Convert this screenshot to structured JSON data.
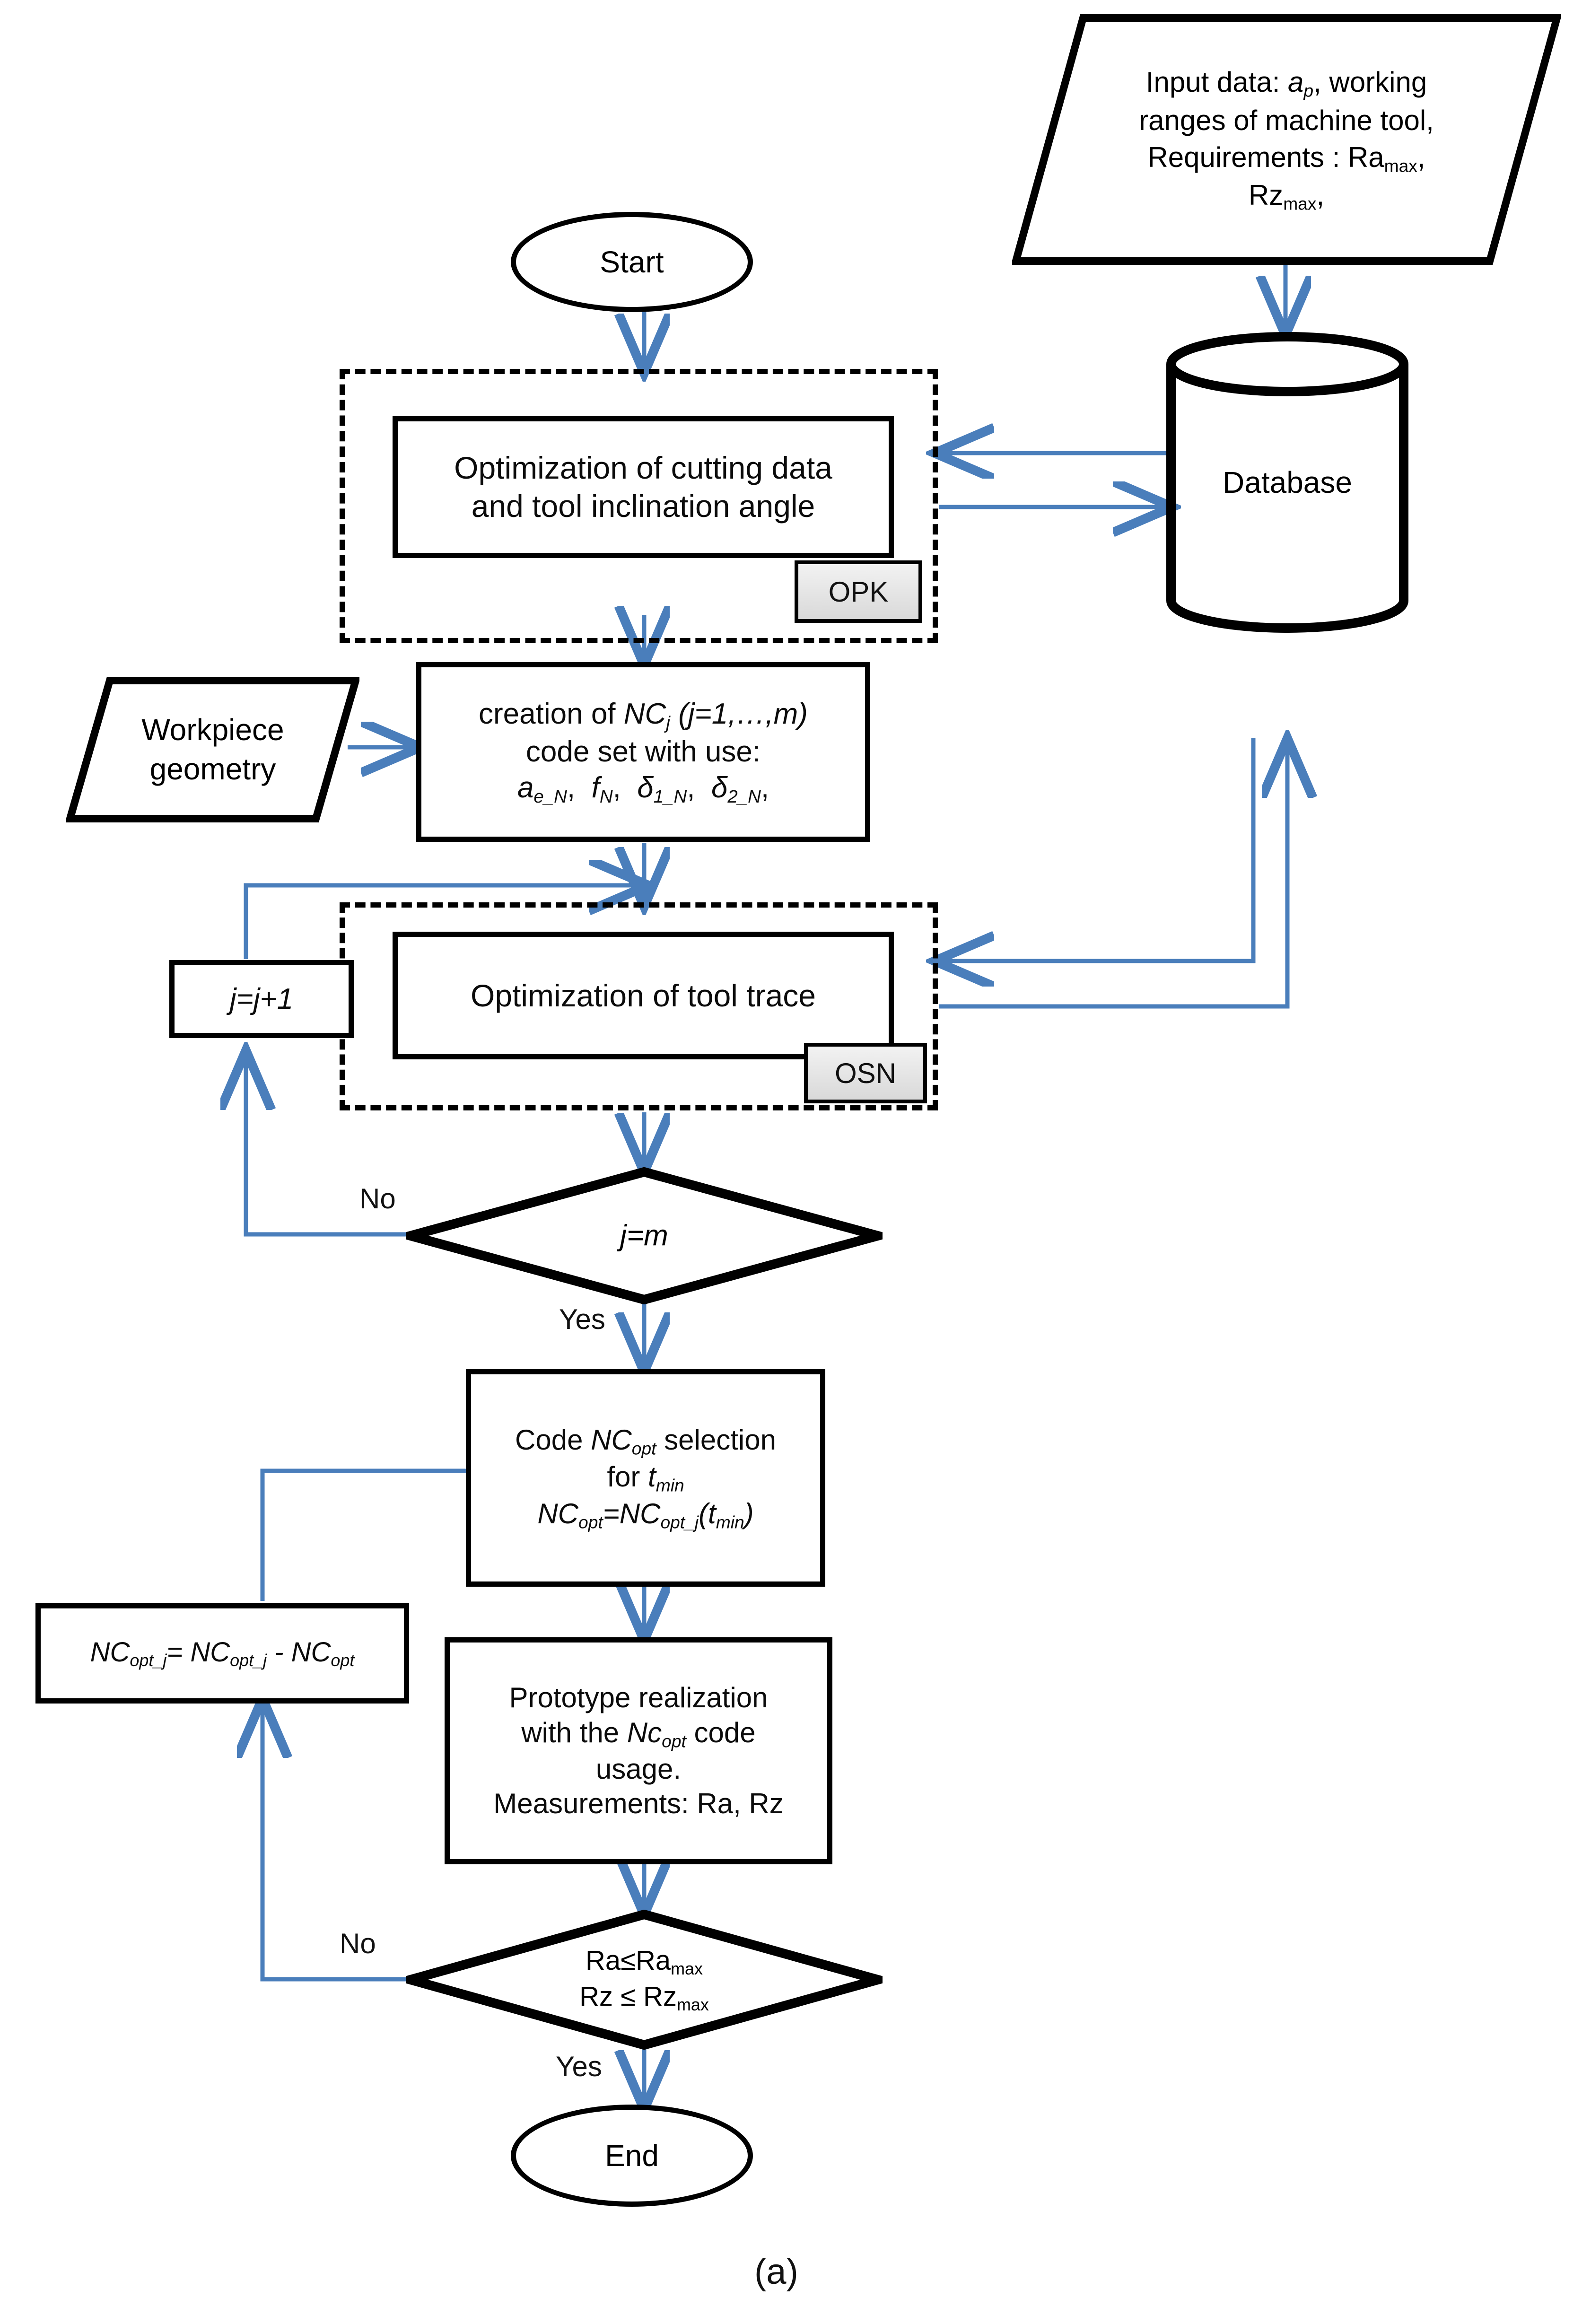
{
  "diagram": {
    "caption": "(a)",
    "accent_line_color": "#4a7ebb",
    "stroke_color": "#000000",
    "tag_fill": "#e0e0e0"
  },
  "nodes": {
    "start": {
      "label": "Start",
      "shape": "ellipse"
    },
    "input_data": {
      "shape": "parallelogram",
      "line1_pre": "Input data: ",
      "line1_var": "a",
      "line1_sub": "p",
      "line1_post": ", working",
      "line2": "ranges of machine tool,",
      "line3_pre": "Requirements : Ra",
      "line3_sub": "max",
      "line3_post": ",",
      "line4_pre": "Rz",
      "line4_sub": "max",
      "line4_post": ","
    },
    "database": {
      "label": "Database",
      "shape": "cylinder"
    },
    "opt_cutting": {
      "shape": "process",
      "line1": "Optimization of cutting data",
      "line2": "and tool inclination angle"
    },
    "opk_tag": {
      "label": "OPK"
    },
    "workpiece": {
      "shape": "parallelogram",
      "line1": "Workpiece",
      "line2": "geometry"
    },
    "nc_creation": {
      "shape": "process",
      "line1_pre": "creation of ",
      "line1_var": "NC",
      "line1_sub": "j",
      "line1_post": " (j=1,…,m)",
      "line2": "code set with use:",
      "line3_terms": [
        {
          "base": "a",
          "sub": "e_N",
          "tail": ","
        },
        {
          "base": "f",
          "sub": "N",
          "tail": ","
        },
        {
          "base": "δ",
          "sub": "1_N",
          "tail": ","
        },
        {
          "base": "δ",
          "sub": "2_N",
          "tail": ","
        }
      ]
    },
    "opt_trace": {
      "shape": "process",
      "line1": "Optimization of tool trace"
    },
    "osn_tag": {
      "label": "OSN"
    },
    "j_increment": {
      "shape": "process",
      "label": "j=j+1"
    },
    "decision_jm": {
      "shape": "decision",
      "label": "j=m"
    },
    "code_selection": {
      "shape": "process",
      "line1_pre": "Code ",
      "line1_var": "NC",
      "line1_sub": "opt",
      "line1_post": " selection",
      "line2_pre": "for ",
      "line2_var": "t",
      "line2_sub": "min",
      "line3": "NC_opt=NC_opt_j(t_min)"
    },
    "nc_update": {
      "shape": "process",
      "label": "NC_opt_j = NC_opt_j - NC_opt"
    },
    "prototype": {
      "shape": "process",
      "line1": "Prototype realization",
      "line2_pre": "with the ",
      "line2_var": "Nc",
      "line2_sub": "opt",
      "line2_post": " code",
      "line3": "usage.",
      "line4": "Measurements: Ra, Rz"
    },
    "decision_ra": {
      "shape": "decision",
      "line1_pre": "Ra≤Ra",
      "line1_sub": "max",
      "line2_pre": "Rz ≤ Rz",
      "line2_sub": "max"
    },
    "end": {
      "label": "End",
      "shape": "ellipse"
    }
  },
  "edge_labels": {
    "jm_no": "No",
    "jm_yes": "Yes",
    "ra_no": "No",
    "ra_yes": "Yes"
  }
}
